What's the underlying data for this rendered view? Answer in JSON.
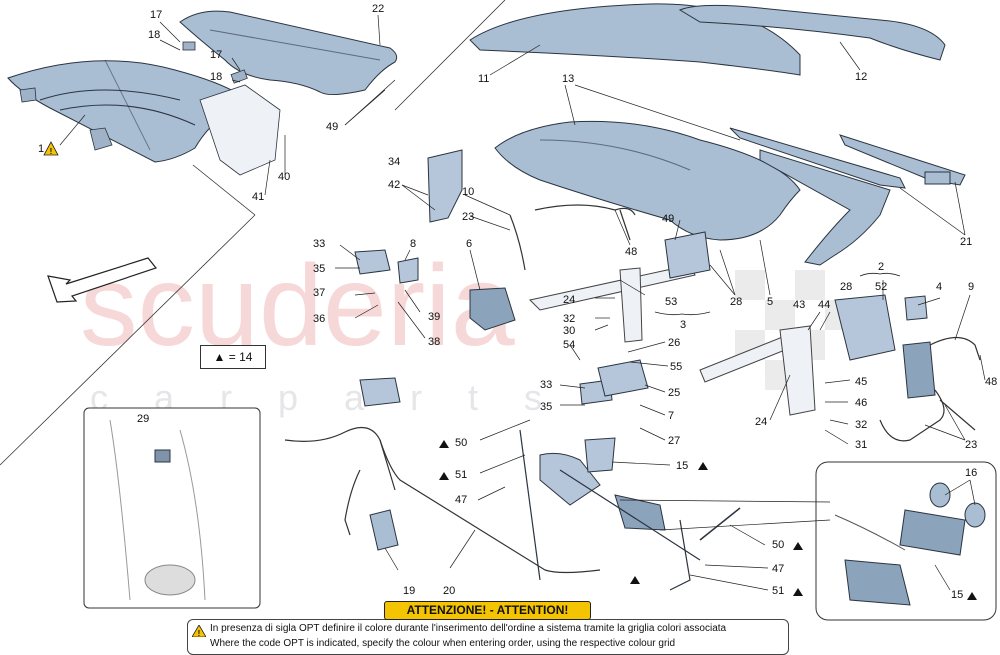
{
  "watermark": {
    "brand": "scuderia",
    "sub": "c a r   p a r t s"
  },
  "legend": {
    "symbol": "▲",
    "text": "= 14"
  },
  "warning": {
    "title": "ATTENZIONE! - ATTENTION!",
    "line_it": "In presenza di sigla OPT definire il colore durante l'inserimento dell'ordine a sistema tramite la griglia colori associata",
    "line_en": "Where the code OPT is indicated, specify the colour when entering order, using the respective colour grid"
  },
  "callouts": {
    "c1": "1",
    "c2": "2",
    "c3": "3",
    "c4": "4",
    "c5": "5",
    "c6": "6",
    "c7": "7",
    "c8": "8",
    "c9": "9",
    "c10": "10",
    "c11": "11",
    "c12": "12",
    "c13": "13",
    "c15a": "15",
    "c15b": "15",
    "c16": "16",
    "c17a": "17",
    "c17b": "17",
    "c18a": "18",
    "c18b": "18",
    "c19": "19",
    "c20": "20",
    "c21": "21",
    "c22": "22",
    "c23a": "23",
    "c23b": "23",
    "c24a": "24",
    "c24b": "24",
    "c25": "25",
    "c26": "26",
    "c27": "27",
    "c28a": "28",
    "c28b": "28",
    "c29": "29",
    "c30": "30",
    "c31": "31",
    "c32a": "32",
    "c32b": "32",
    "c33a": "33",
    "c33b": "33",
    "c34": "34",
    "c35a": "35",
    "c35b": "35",
    "c36": "36",
    "c37": "37",
    "c38": "38",
    "c39": "39",
    "c40": "40",
    "c41": "41",
    "c42": "42",
    "c43": "43",
    "c44": "44",
    "c45": "45",
    "c46": "46",
    "c47a": "47",
    "c47b": "47",
    "c48a": "48",
    "c48b": "48",
    "c49a": "49",
    "c49b": "49",
    "c50a": "50",
    "c50b": "50",
    "c51a": "51",
    "c51b": "51",
    "c52": "52",
    "c53": "53",
    "c54": "54",
    "c55": "55"
  },
  "colors": {
    "part_fill": "#a9bdd3",
    "part_stroke": "#2b3440",
    "line": "#222222",
    "warn_yellow": "#f5c400",
    "watermark": "#f4c7c7"
  }
}
